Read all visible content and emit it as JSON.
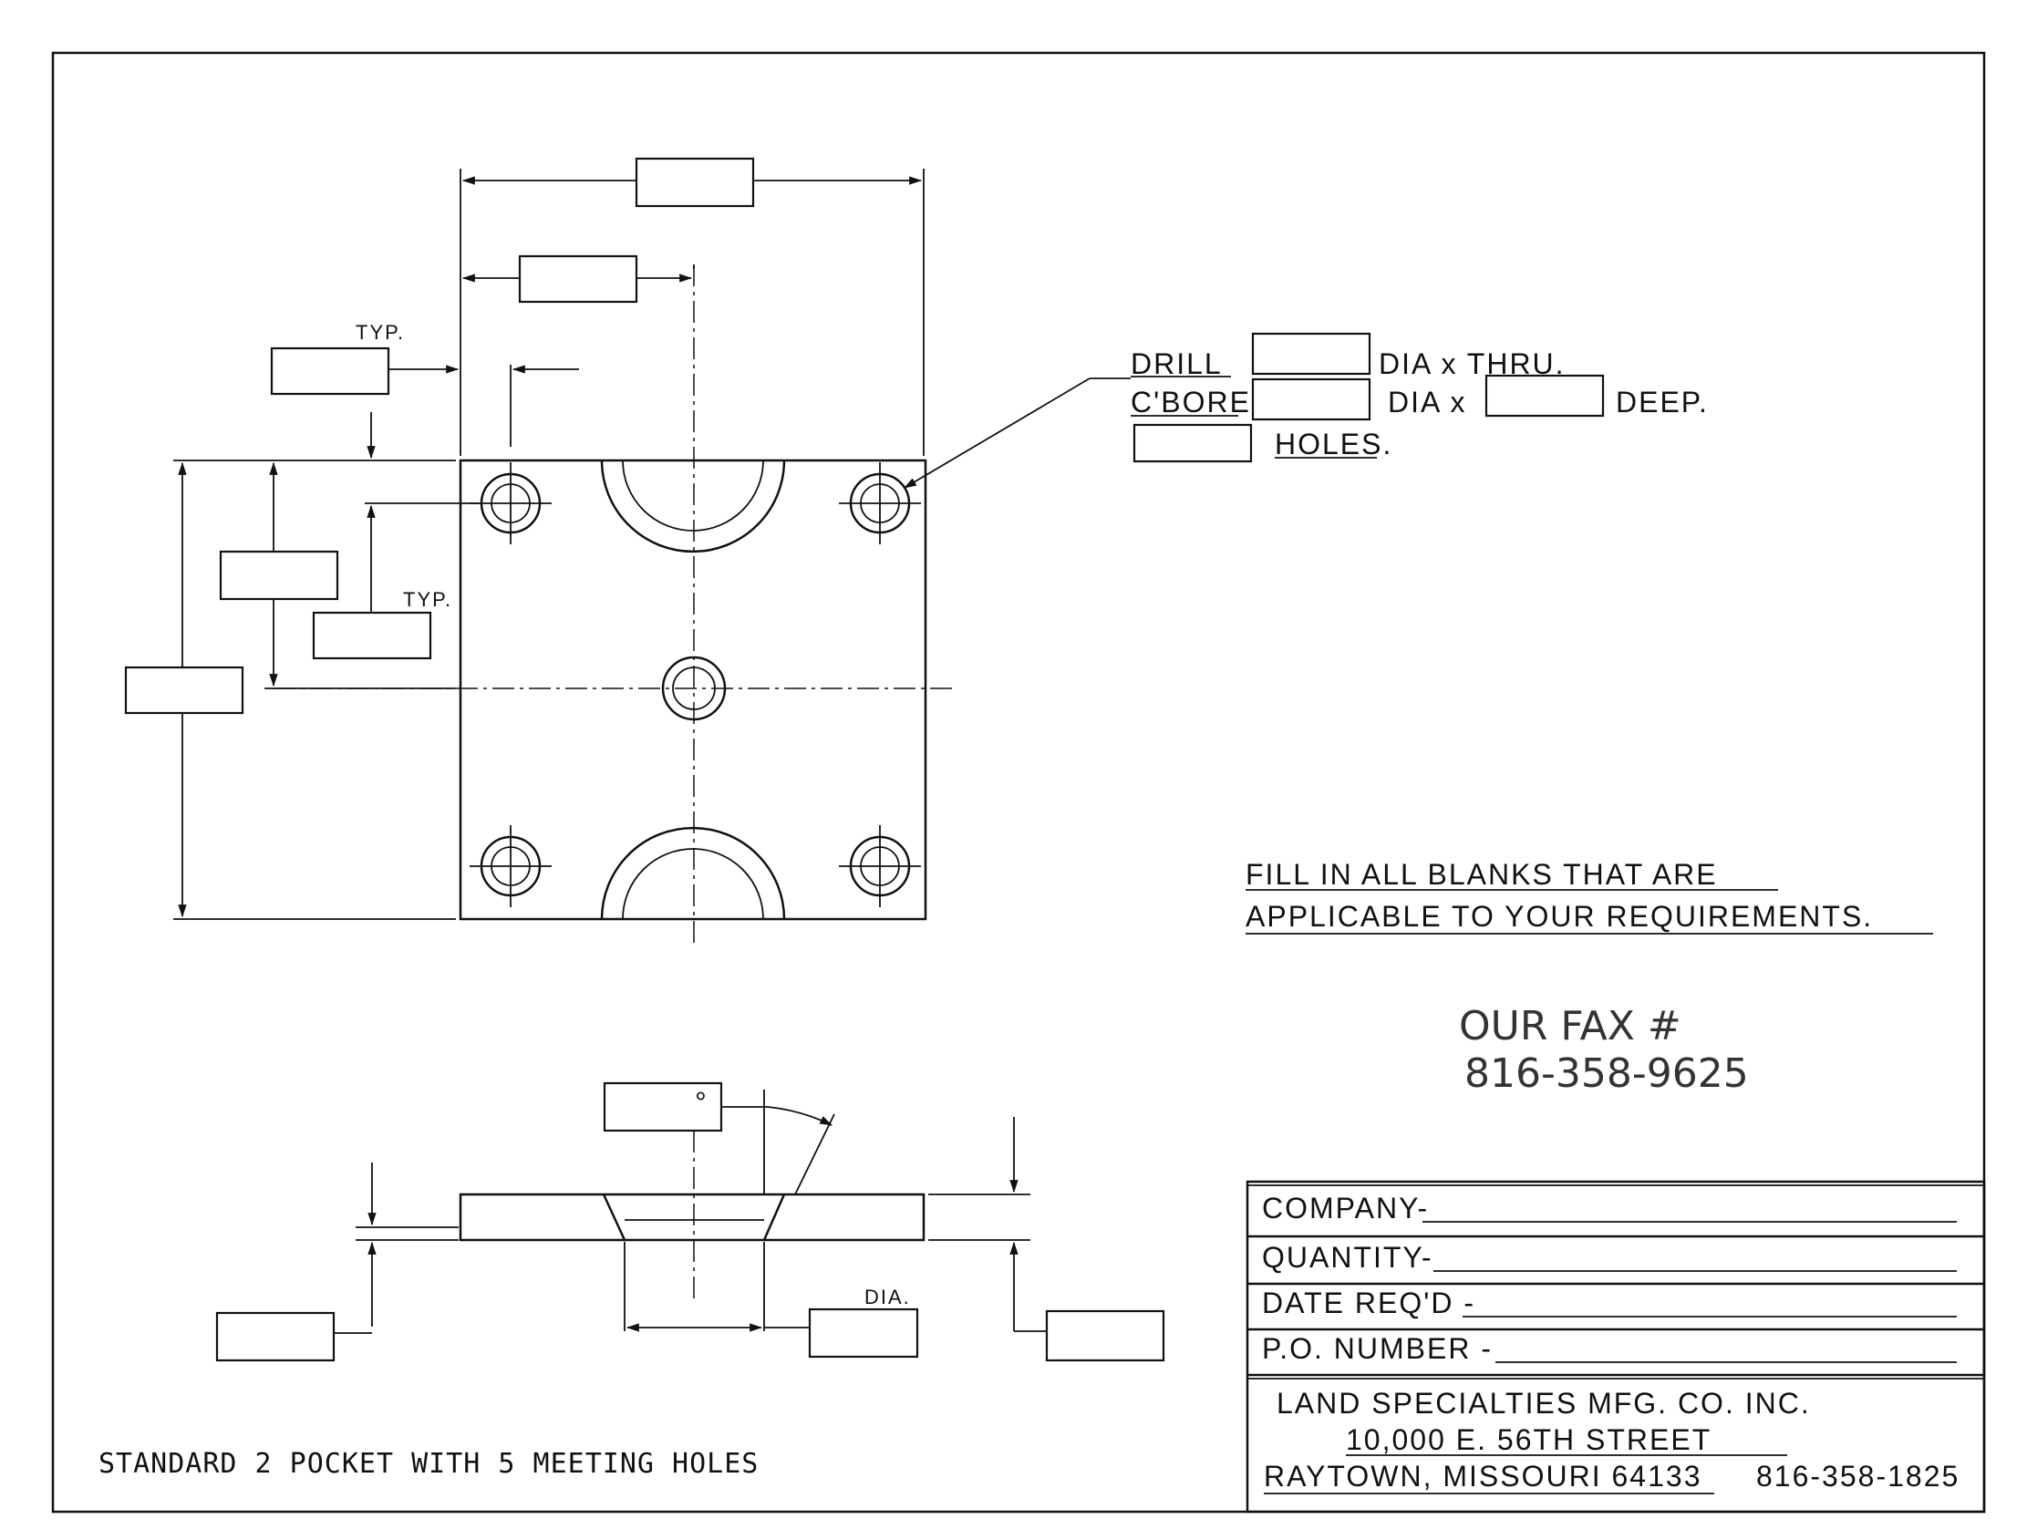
{
  "drawing": {
    "caption": "STANDARD 2 POCKET WITH 5 MEETING HOLES",
    "typ_top": "TYP.",
    "typ_side": "TYP.",
    "dia_label": "DIA.",
    "degree_mark": "°"
  },
  "hole_callout": {
    "drill": "DRILL",
    "dia_thru": "DIA x THRU.",
    "cbore": "C'BORE",
    "dia_x": "DIA x",
    "deep": "DEEP.",
    "holes": "HOLES."
  },
  "instructions": {
    "line1": "FILL IN ALL BLANKS THAT ARE",
    "line2": "APPLICABLE TO YOUR REQUIREMENTS."
  },
  "fax_stamp": {
    "line1": "OUR FAX #",
    "line2": "816-358-9625"
  },
  "order_form": {
    "company": "COMPANY-",
    "quantity": "QUANTITY-",
    "date_reqd": "DATE REQ'D -",
    "po_number": "P.O. NUMBER -"
  },
  "title_block": {
    "company_name": "LAND SPECIALTIES MFG. CO. INC.",
    "street": "10,000 E. 56TH STREET",
    "city": "RAYTOWN, MISSOURI 64133",
    "phone": "816-358-1825"
  }
}
